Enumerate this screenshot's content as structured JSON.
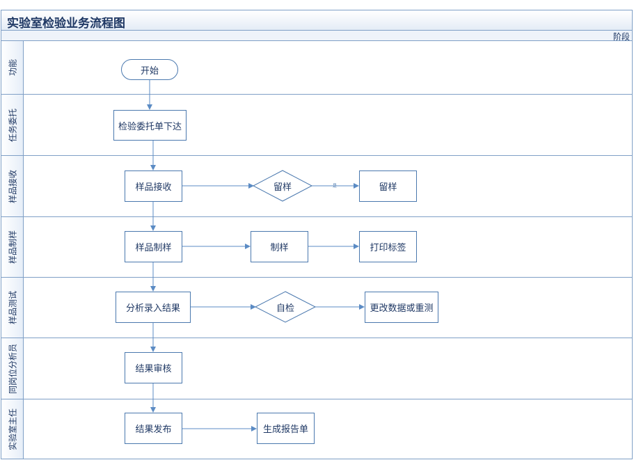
{
  "title": "实验室检验业务流程图",
  "phase_label": "阶段",
  "lanes": [
    "功能",
    "任务委托",
    "样品接收",
    "样品制样",
    "样品测试",
    "同岗位分析员",
    "实验室主任"
  ],
  "nodes": {
    "start": "开始",
    "commission": "检验委托单下达",
    "receive": "样品接收",
    "retain_decision": "留样",
    "retain": "留样",
    "prep": "样品制样",
    "make": "制样",
    "print_label": "打印标签",
    "analyze": "分析录入结果",
    "self_check": "自检",
    "modify": "更改数据或重测",
    "review": "结果审核",
    "publish": "结果发布",
    "report": "生成报告单"
  },
  "edge_labels": {
    "yes": "是"
  },
  "colors": {
    "border": "#7f9fc6",
    "node_border": "#4a78ae",
    "text": "#1f3864",
    "arrow": "#5b8bc4"
  }
}
